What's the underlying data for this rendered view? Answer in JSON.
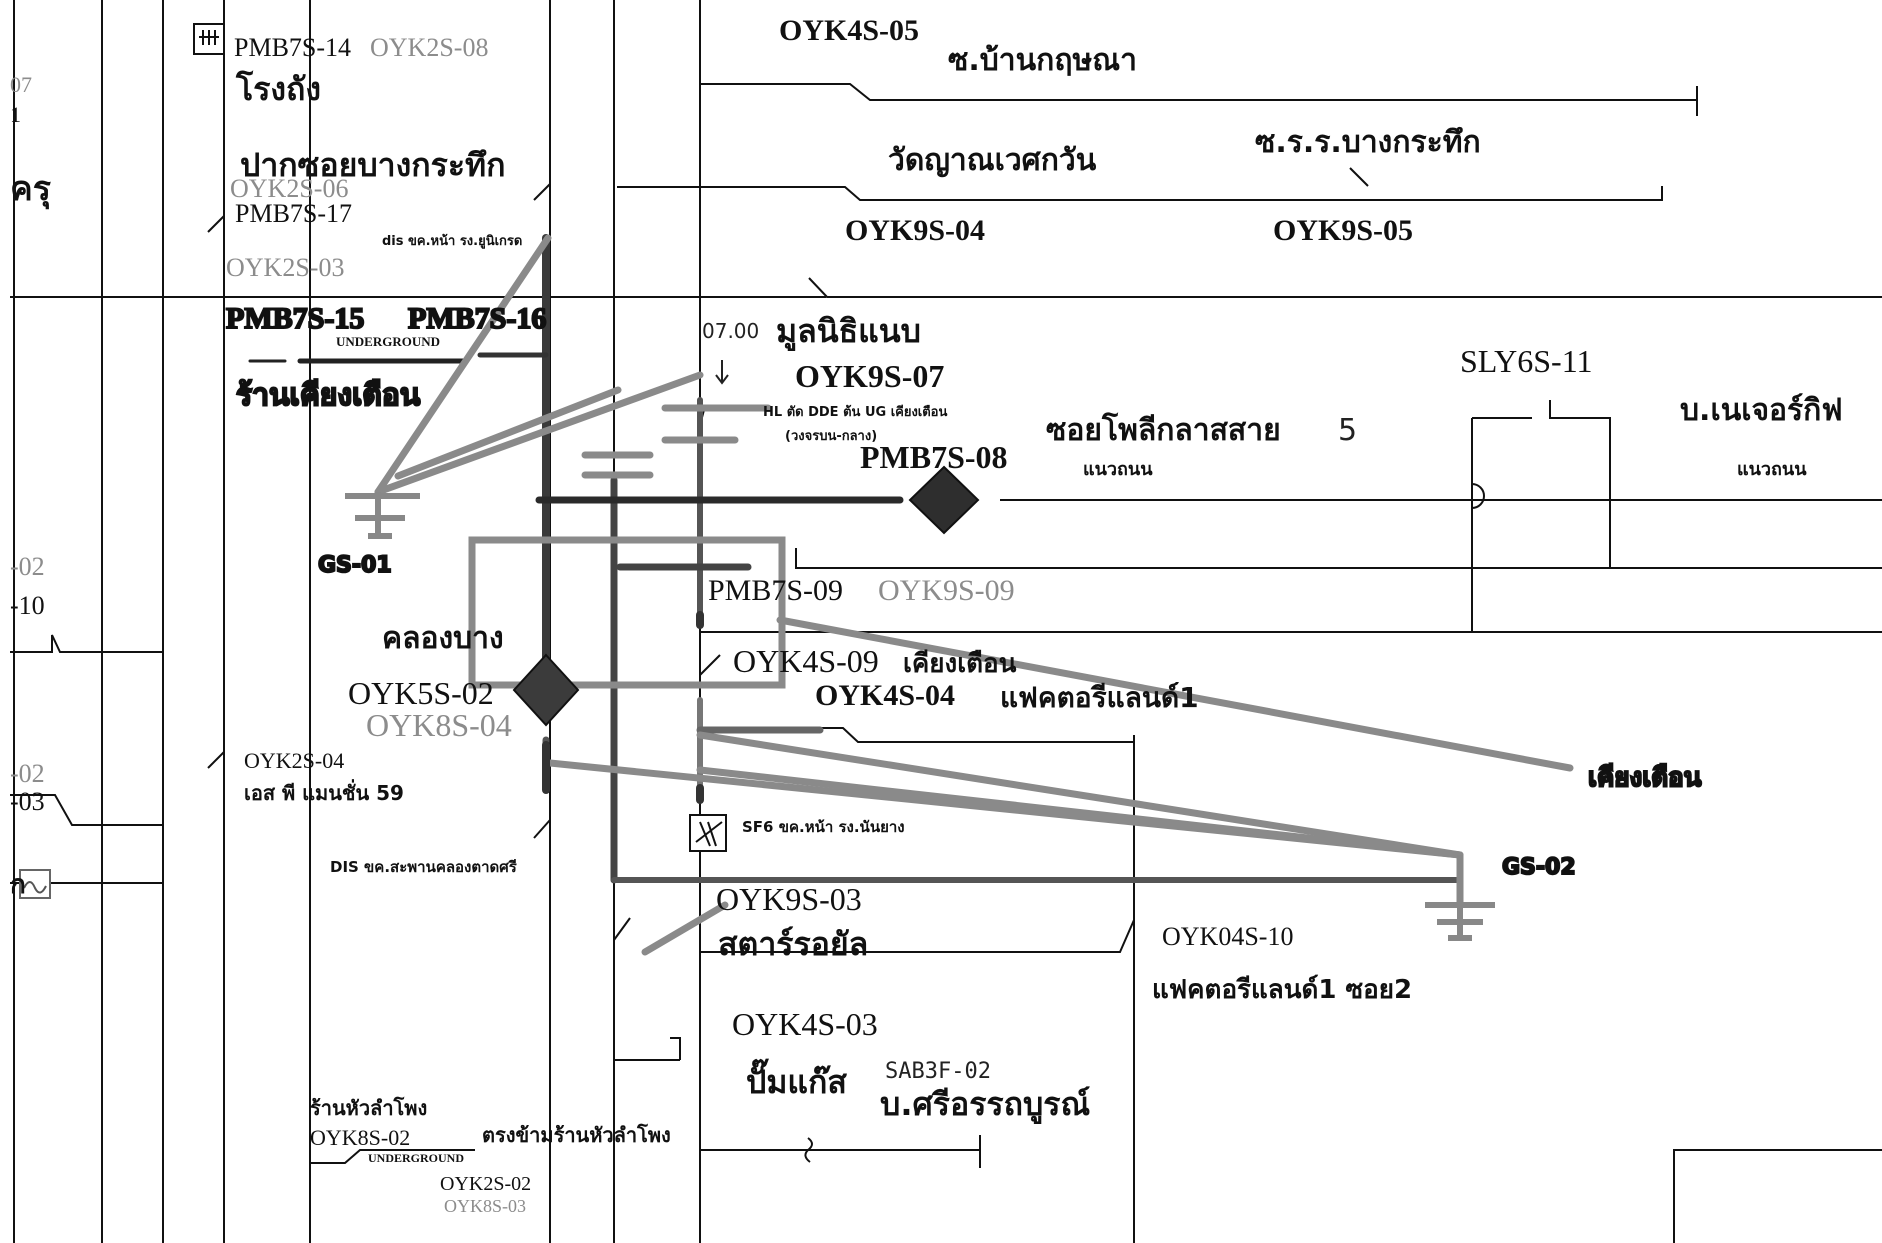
{
  "diagram": {
    "edge_left": [
      "ครุ",
      "-02",
      "-10",
      "-02",
      "-03",
      "ก"
    ],
    "edge_left_grey": [
      "07",
      "1"
    ],
    "switches": {
      "pmb7s_14": "PMB7S-14",
      "oyk2s_08": "OYK2S-08",
      "oyk2s_06": "OYK2S-06",
      "pmb7s_17": "PMB7S-17",
      "oyk2s_03": "OYK2S-03",
      "pmb7s_15": "PMB7S-15",
      "pmb7s_16": "PMB7S-16",
      "oyk4s_05": "OYK4S-05",
      "oyk9s_04": "OYK9S-04",
      "oyk9s_05": "OYK9S-05",
      "oyk9s_07": "OYK9S-07",
      "sly6s_11": "SLY6S-11",
      "pmb7s_08": "PMB7S-08",
      "pmb7s_09": "PMB7S-09",
      "oyk9s_09": "OYK9S-09",
      "oyk4s_09": "OYK4S-09",
      "oyk4s_04": "OYK4S-04",
      "oyk5s_02": "OYK5S-02",
      "oyk8s_04": "OYK8S-04",
      "oyk2s_04": "OYK2S-04",
      "oyk9s_03": "OYK9S-03",
      "oyk04s_10": "OYK04S-10",
      "oyk4s_03": "OYK4S-03",
      "sab3f_02": "SAB3F-02",
      "oyk8s_02": "OYK8S-02",
      "oyk2s_02": "OYK2S-02",
      "oyk8s_03": "OYK8S-03"
    },
    "places": {
      "rong_thang": "โรงถัง",
      "pak_soi": "ปากซอยบางกระทึก",
      "soi_ban_kritsana": "ซ.บ้านกฤษณา",
      "wat": "วัดญาณเวศกวัน",
      "school": "ซ.ร.ร.บางกระทึก",
      "munnithi": "มูลนิธิแนบ",
      "mark_0700": "07.00",
      "hl_note": "HL ตัด DDE ต้น UG เคียงเตือน",
      "hl_note2": "(วงจรบน-กลาง)",
      "soi_pholi": "ซอยโพลีกลาสสาย",
      "soi_pholi_num": "5",
      "b_nature": "บ.เนเจอร์กิฟ",
      "along_road_1": "แนวถนน",
      "along_road_2": "แนวถนน",
      "dis_top": "dis ขค.หน้า รง.ยูนิเกรด",
      "underground_1": "UNDERGROUND",
      "shop_name": "ร้านเคียงเตือน",
      "khlong": "คลองบาง",
      "kiang_tuean": "เคียงเตือน",
      "factory_land": "แฟคตอรีแลนด์1",
      "s_p_mansion": "เอส พี แมนชั่น 59",
      "dis_bridge": "DIS ขค.สะพานคลองตาดศรี",
      "sf6": "SF6 ขค.หน้า รง.นันยาง",
      "star_royal": "สตาร์รอยัล",
      "factory_soi2": "แฟคตอรีแลนด์1 ซอย2",
      "pump_gas": "ปั๊มแก๊ส",
      "b_sri": "บ.ศรีอรรถบูรณ์",
      "shop_hua": "ร้านหัวลำโพง",
      "opposite_shop": "ตรงข้ามร้านหัวลำโพง",
      "underground_2": "UNDERGROUND",
      "kiang_far": "เคียงเตือน",
      "gs_1": "GS-01",
      "gs_2": "GS-02"
    }
  }
}
